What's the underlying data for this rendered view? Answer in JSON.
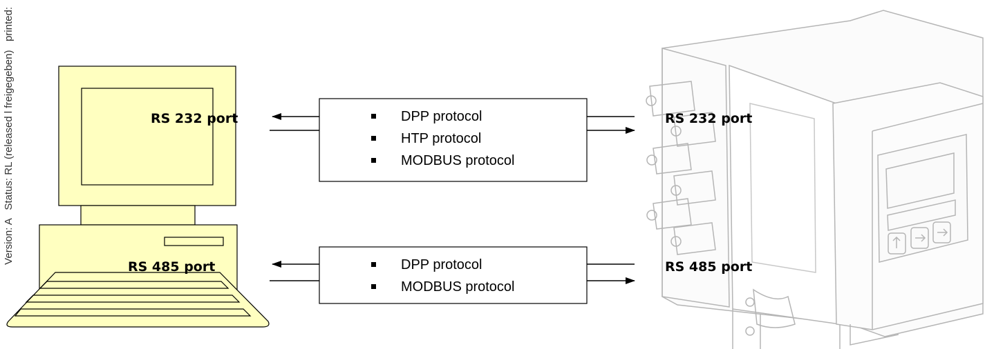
{
  "margin_note": "Version: A   Status: RL (released l freigegeben)   printed:",
  "pc": {
    "rs232_label": "RS 232 port",
    "rs485_label": "RS 485 port"
  },
  "device": {
    "rs232_label": "RS 232 port",
    "rs485_label": "RS 485 port"
  },
  "protocol_box_1": {
    "items": [
      "DPP protocol",
      "HTP protocol",
      "MODBUS protocol"
    ]
  },
  "protocol_box_2": {
    "items": [
      "DPP protocol",
      "MODBUS protocol"
    ]
  },
  "colors": {
    "computer_fill": "#ffffc0",
    "computer_stroke": "#000000",
    "device_stroke": "#b0b0b0"
  }
}
